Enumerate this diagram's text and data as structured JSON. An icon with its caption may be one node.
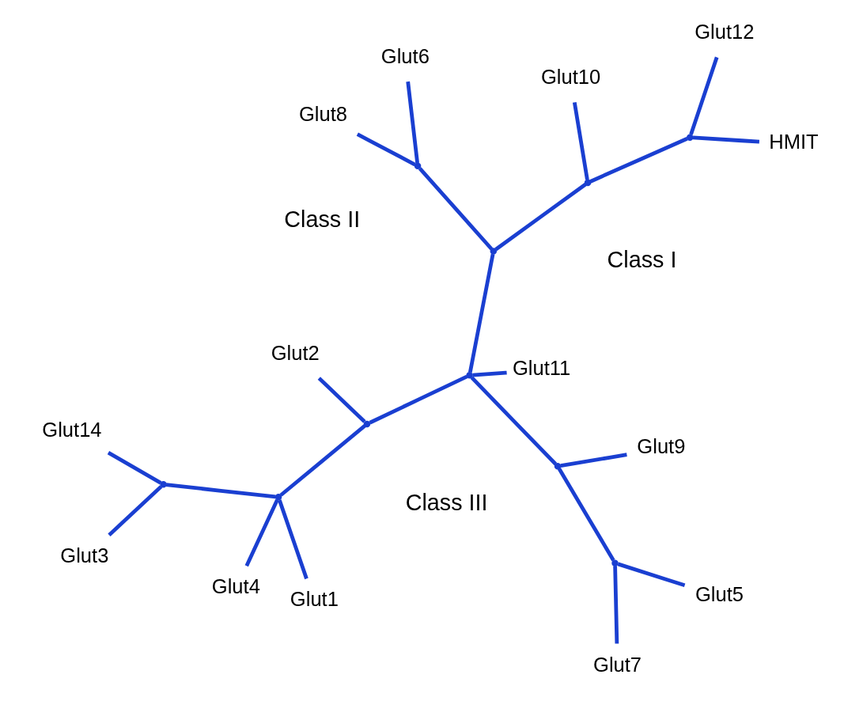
{
  "diagram": {
    "nodes": [
      {
        "text": [
          "Glut3"
        ]
      },
      {
        "text": [
          "Glut1"
        ]
      },
      {
        "text": [
          "Glut4"
        ]
      },
      {
        "text": [
          "Glut2"
        ]
      },
      {
        "text": [
          "Glut14"
        ]
      },
      {
        "text": [
          "Glut6"
        ]
      },
      {
        "text": [
          "Glut7"
        ]
      },
      {
        "text": [
          "Glut5"
        ]
      },
      {
        "text": [
          "Glut8"
        ]
      },
      {
        "text": [
          "Glut9"
        ]
      },
      {
        "text": [
          "Glut11"
        ]
      },
      {
        "text": [
          "Glut10"
        ]
      },
      {
        "text": [
          "HMIT"
        ]
      },
      {
        "text": [
          "Glut12"
        ]
      },
      {
        "text": [],
        "shape": "point"
      },
      {
        "text": [],
        "shape": "point"
      },
      {
        "text": [],
        "shape": "point"
      },
      {
        "text": [],
        "shape": "point"
      },
      {
        "text": [],
        "shape": "point"
      },
      {
        "text": [],
        "shape": "point"
      },
      {
        "text": [],
        "shape": "point"
      },
      {
        "text": [],
        "shape": "point"
      },
      {
        "text": [],
        "shape": "point"
      },
      {
        "text": [],
        "shape": "point"
      }
    ],
    "edges": [
      {
        "from": 14,
        "to": 15,
        "arrow": "none"
      },
      {
        "from": 14,
        "to": 16,
        "arrow": "none"
      },
      {
        "from": 14,
        "to": 10,
        "arrow": "none"
      },
      {
        "from": 14,
        "to": 17,
        "arrow": "none"
      },
      {
        "from": 15,
        "to": 18,
        "arrow": "none"
      },
      {
        "from": 15,
        "to": 3,
        "arrow": "none"
      },
      {
        "from": 18,
        "to": 1,
        "arrow": "none"
      },
      {
        "from": 18,
        "to": 2,
        "arrow": "none"
      },
      {
        "from": 18,
        "to": 19,
        "arrow": "none"
      },
      {
        "from": 19,
        "to": 0,
        "arrow": "none"
      },
      {
        "from": 19,
        "to": 4,
        "arrow": "none"
      },
      {
        "from": 16,
        "to": 20,
        "arrow": "none"
      },
      {
        "from": 16,
        "to": 9,
        "arrow": "none"
      },
      {
        "from": 20,
        "to": 6,
        "arrow": "none"
      },
      {
        "from": 20,
        "to": 7,
        "arrow": "none"
      },
      {
        "from": 17,
        "to": 21,
        "arrow": "none"
      },
      {
        "from": 17,
        "to": 22,
        "arrow": "none"
      },
      {
        "from": 21,
        "to": 5,
        "arrow": "none"
      },
      {
        "from": 21,
        "to": 8,
        "arrow": "none"
      },
      {
        "from": 22,
        "to": 11,
        "arrow": "none"
      },
      {
        "from": 22,
        "to": 23,
        "arrow": "none"
      },
      {
        "from": 23,
        "to": 12,
        "arrow": "none"
      },
      {
        "from": 23,
        "to": 13,
        "arrow": "none"
      }
    ],
    "labels": [
      "Class I",
      "Class II",
      "Class III"
    ]
  }
}
